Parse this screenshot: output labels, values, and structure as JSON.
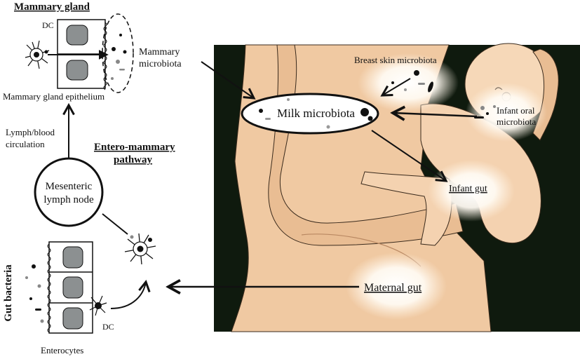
{
  "labels": {
    "mammary_gland_title": "Mammary gland",
    "dc_top": "DC",
    "mammary_gland_epithelium": "Mammary gland epithelium",
    "lymph_blood_line1": "Lymph/blood",
    "lymph_blood_line2": "circulation",
    "entero_mammary_line1": "Entero-mammary",
    "entero_mammary_line2": "pathway",
    "mesenteric_line1": "Mesenteric",
    "mesenteric_line2": "lymph node",
    "gut_bacteria": "Gut bacteria",
    "enterocytes": "Enterocytes",
    "dc_bottom": "DC",
    "mammary_microbiota_line1": "Mammary",
    "mammary_microbiota_line2": "microbiota",
    "breast_skin_microbiota": "Breast skin microbiota",
    "milk_microbiota": "Milk microbiota",
    "infant_oral_line1": "Infant oral",
    "infant_oral_line2": "microbiota",
    "infant_gut": "Infant gut",
    "maternal_gut": "Maternal gut"
  },
  "colors": {
    "background": "#ffffff",
    "photo_background": "#0f1a0e",
    "skin": "#f0c9a2",
    "skin_shadow": "#d9a57c",
    "glow": "#ffffff",
    "cell_nucleus": "#8c9091",
    "ink": "#111111"
  }
}
